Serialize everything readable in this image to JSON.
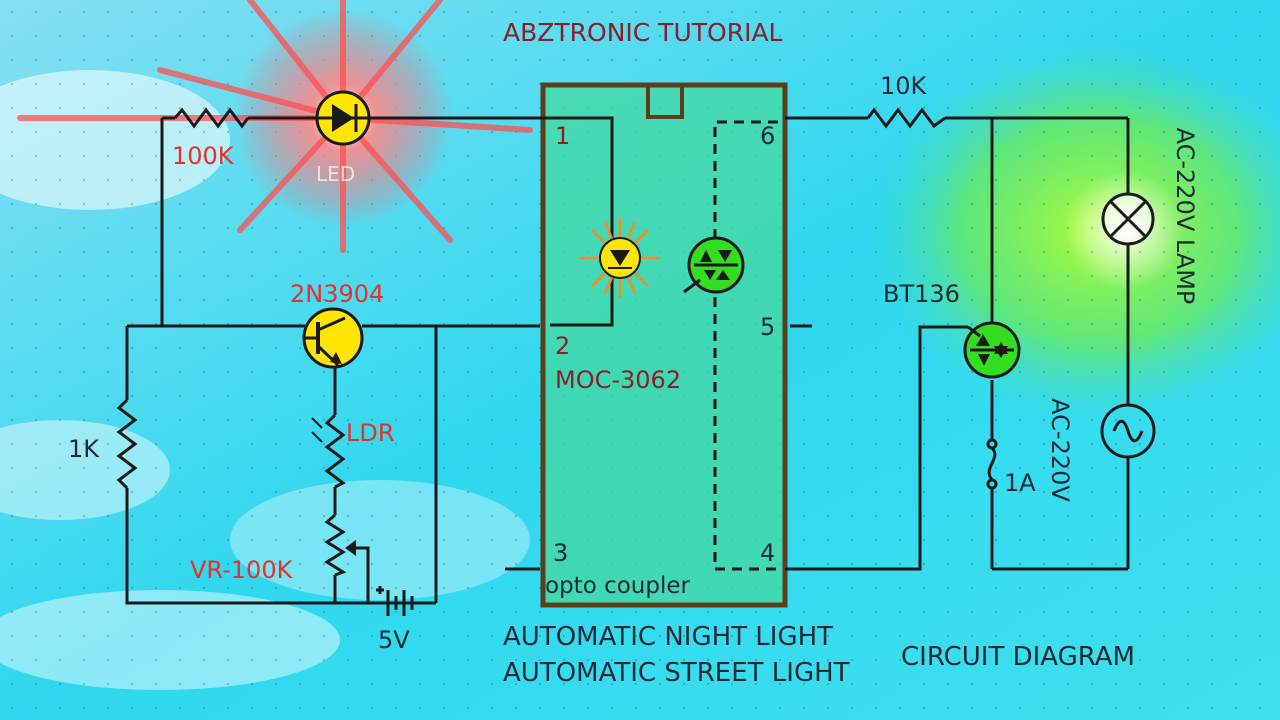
{
  "diagram": {
    "title": "ABZTRONIC TUTORIAL",
    "caption_left_1": "AUTOMATIC NIGHT LIGHT",
    "caption_left_2": "AUTOMATIC STREET LIGHT",
    "caption_right": "CIRCUIT DIAGRAM",
    "components": {
      "resistor_100k": "100K",
      "led": "LED",
      "transistor": "2N3904",
      "resistor_1k": "1K",
      "ldr": "LDR",
      "pot": "VR-100K",
      "battery": "5V",
      "opto": "MOC-3062",
      "opto_desc": "opto coupler",
      "resistor_10k": "10K",
      "triac": "BT136",
      "fuse": "1A",
      "source": "AC-220V",
      "lamp": "AC-220V LAMP"
    },
    "pins": [
      "1",
      "2",
      "3",
      "4",
      "5",
      "6"
    ]
  },
  "colors": {
    "accent_red": "#e8302a",
    "text_dark": "#1f2a36",
    "title_maroon": "#8a1f2a",
    "ic_fill": "#46d8a0",
    "ic_border": "#5a3f1a",
    "symbol_fill": "#ffe600",
    "triac_fill": "#33dd22"
  }
}
